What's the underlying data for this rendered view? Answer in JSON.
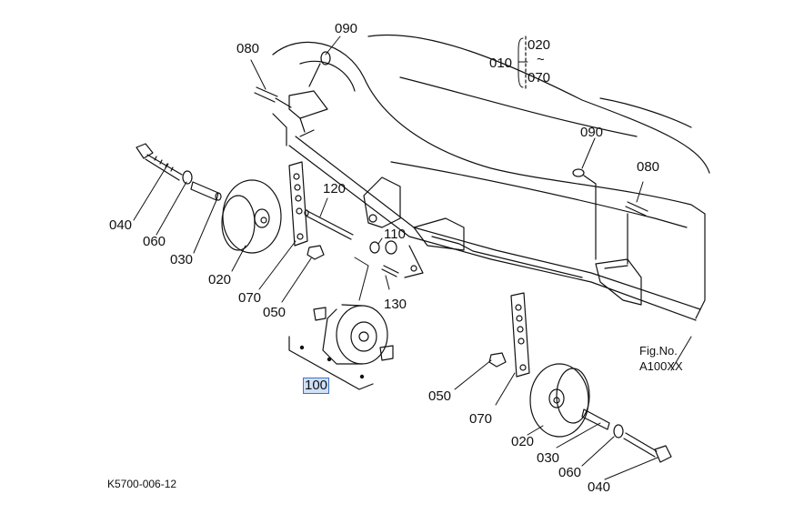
{
  "labels": {
    "p090_top": "090",
    "p080_top": "080",
    "p010": "010",
    "p020_range": "020",
    "tilde": "~",
    "p070_range": "070",
    "p090_right": "090",
    "p080_right": "080",
    "p040_left": "040",
    "p060_left": "060",
    "p030_left": "030",
    "p020_left": "020",
    "p120": "120",
    "p110": "110",
    "p130": "130",
    "p070_left": "070",
    "p050_left": "050",
    "p100": "100",
    "p050_right": "050",
    "p070_right": "070",
    "p020_right": "020",
    "p030_right": "030",
    "p060_right": "060",
    "p040_right": "040",
    "fig_no": "Fig.No.",
    "fig_code": "A100XX",
    "drawing_code": "K5700-006-12"
  },
  "colors": {
    "line": "#111111",
    "highlight_border": "#3b73c6",
    "highlight_fill": "#cfe0f7"
  }
}
